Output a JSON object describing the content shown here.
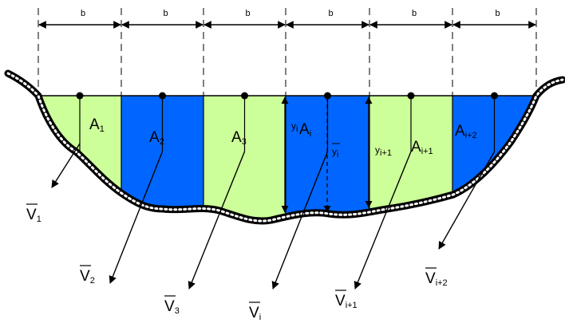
{
  "colors": {
    "light_strip": "#ccff99",
    "dark_strip": "#0066ff",
    "channel_bed": "#000000",
    "lines": "#000000"
  },
  "dimension": {
    "label": "b",
    "count": 6
  },
  "strips": [
    {
      "area": "A",
      "area_sub": "1",
      "shade": "light"
    },
    {
      "area": "A",
      "area_sub": "2",
      "shade": "dark"
    },
    {
      "area": "A",
      "area_sub": "3",
      "shade": "light"
    },
    {
      "area": "A",
      "area_sub": "i",
      "shade": "dark"
    },
    {
      "area": "A",
      "area_sub": "i+1",
      "shade": "light"
    },
    {
      "area": "A",
      "area_sub": "i+2",
      "shade": "dark"
    }
  ],
  "depths": [
    {
      "label": "y",
      "sub": "i"
    },
    {
      "label": "y",
      "sub": "i+1"
    }
  ],
  "mean_depth": {
    "label": "y",
    "sub": "i"
  },
  "velocities": [
    {
      "label": "V",
      "sub": "1"
    },
    {
      "label": "V",
      "sub": "2"
    },
    {
      "label": "V",
      "sub": "3"
    },
    {
      "label": "V",
      "sub": "i"
    },
    {
      "label": "V",
      "sub": "i+1"
    },
    {
      "label": "V",
      "sub": "i+2"
    }
  ]
}
